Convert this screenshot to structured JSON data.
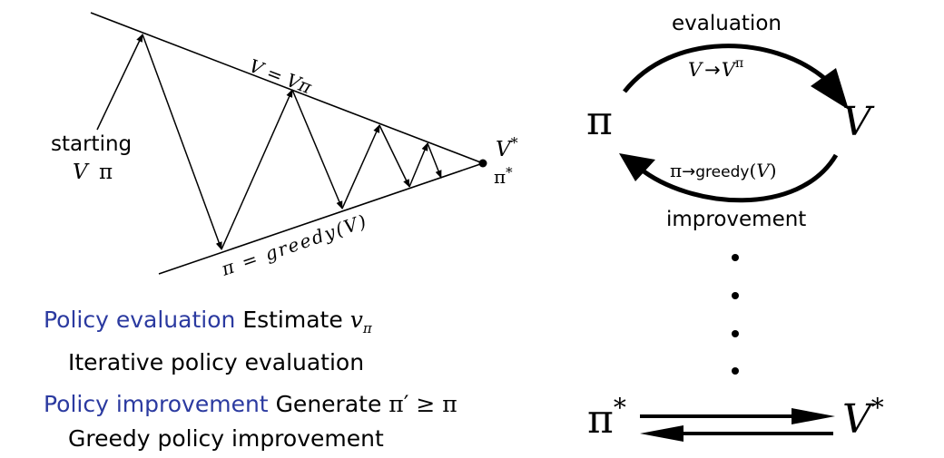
{
  "left_diagram": {
    "start_label_line1": "starting",
    "start_label_v": "V",
    "start_label_pi": "π",
    "upper_line_label": "V =  Vπ",
    "lower_line_label": "π = greedy(V)",
    "converge_v": "V",
    "converge_pi": "π",
    "star": "*"
  },
  "right_diagram": {
    "pi_symbol": "π",
    "v_symbol": "V",
    "evaluation_label": "evaluation",
    "evaluation_formula_v": "V",
    "evaluation_formula_arrow": "→",
    "evaluation_formula_vpi": "V",
    "evaluation_formula_sup": "π",
    "improvement_label": "improvement",
    "improvement_formula_pi": "π",
    "improvement_formula_arrow": "→",
    "improvement_formula_greedy": "greedy",
    "improvement_formula_paren_open": "(",
    "improvement_formula_v": "V",
    "improvement_formula_paren_close": ")",
    "pi_star": "π",
    "v_star": "V",
    "star": "*"
  },
  "text": {
    "policy_evaluation_term": "Policy evaluation",
    "policy_evaluation_desc": "Estimate",
    "policy_evaluation_v": "v",
    "policy_evaluation_sub": "π",
    "iterative_line": "Iterative policy evaluation",
    "policy_improvement_term": "Policy improvement",
    "policy_improvement_desc": "Generate",
    "policy_improvement_pi_prime": "π′",
    "policy_improvement_geq": "≥",
    "policy_improvement_pi": "π",
    "greedy_line": "Greedy policy improvement"
  },
  "colors": {
    "term": "#2b3aa0",
    "ink": "#000000"
  }
}
